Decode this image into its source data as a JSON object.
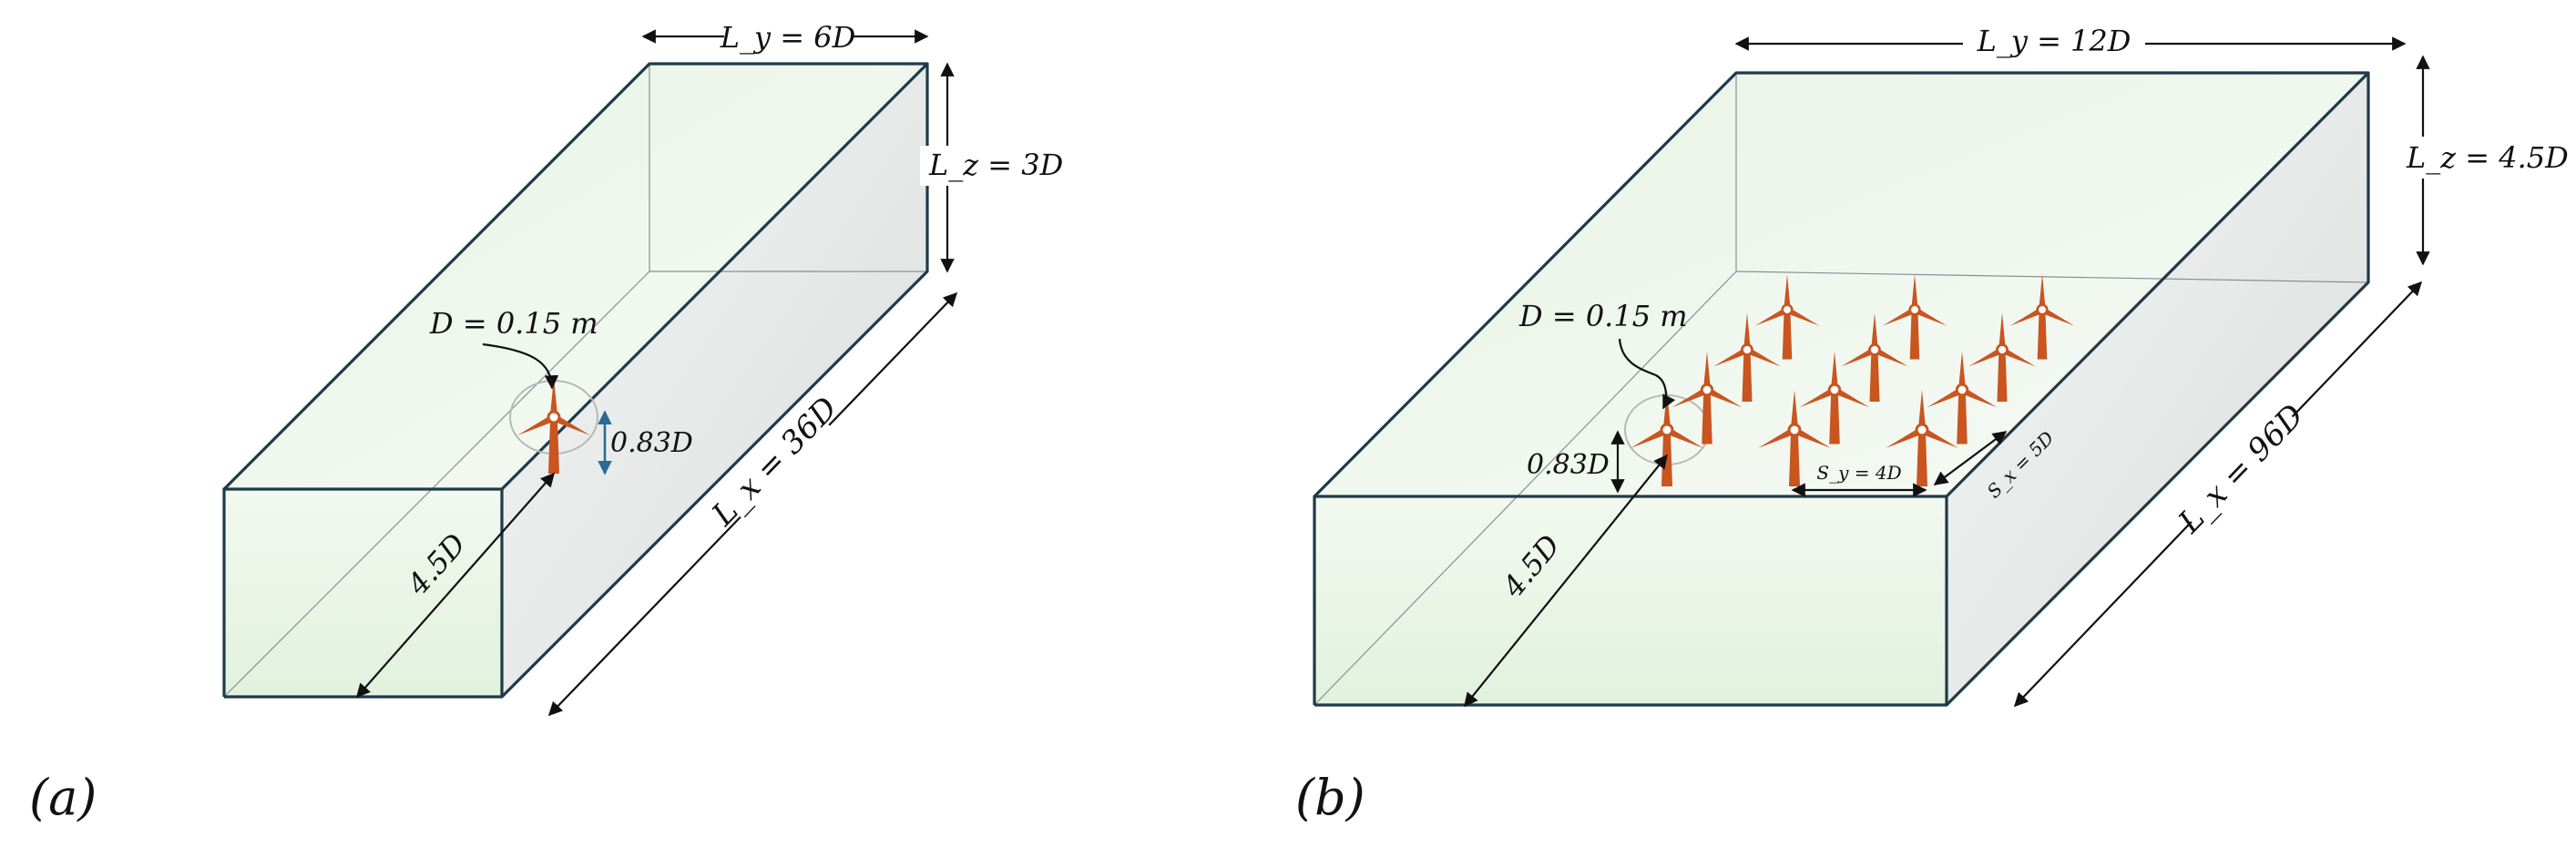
{
  "panel_a": {
    "label": "(a)",
    "ly": "L_y = 6D",
    "lz": "L_z = 3D",
    "lx": "L_x = 36D",
    "diameter": "D = 0.15 m",
    "hub_height": "0.83D",
    "inlet_offset": "4.5D",
    "turbine_count": 1
  },
  "panel_b": {
    "label": "(b)",
    "ly": "L_y = 12D",
    "lz": "L_z = 4.5D",
    "lx": "L_x = 96D",
    "diameter": "D = 0.15 m",
    "hub_height": "0.83D",
    "inlet_offset": "4.5D",
    "sy": "S_y = 4D",
    "sx": "S_x = 5D",
    "turbine_count": 12
  },
  "colors": {
    "box_edge": "#1f3a4a",
    "box_fill": "#eaf5e8",
    "turbine": "#c95520",
    "blue_arrow": "#2b6a93"
  }
}
